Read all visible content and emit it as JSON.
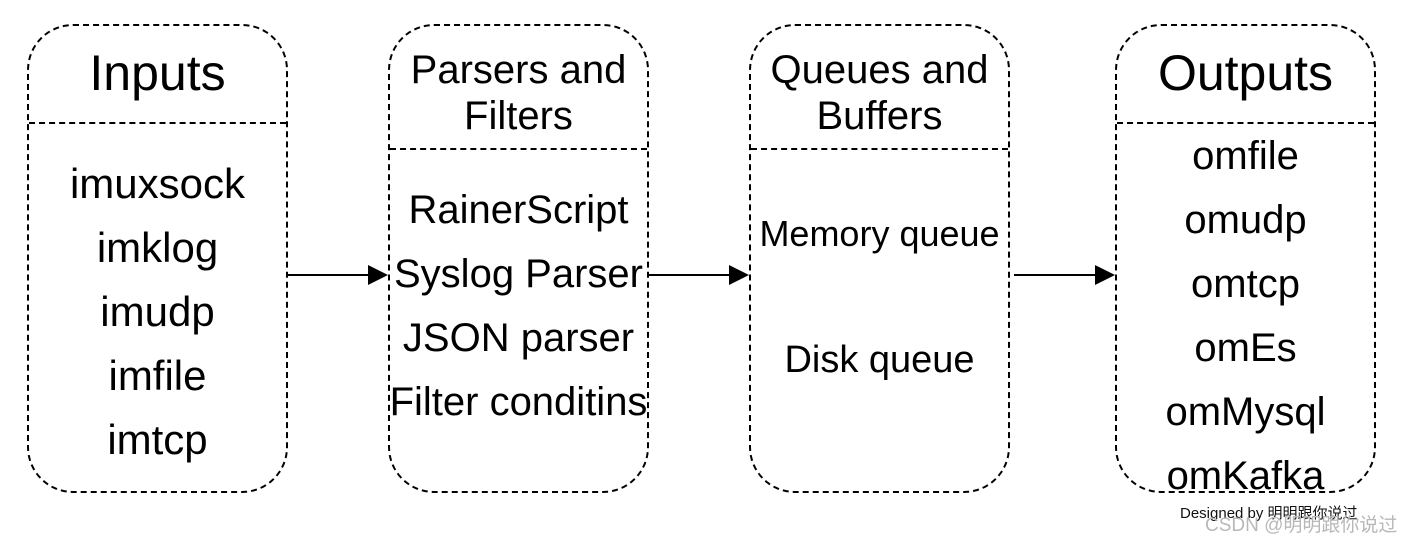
{
  "inputs": {
    "title": "Inputs",
    "items": [
      "imuxsock",
      "imklog",
      "imudp",
      "imfile",
      "imtcp"
    ]
  },
  "parsers": {
    "title_line1": "Parsers and",
    "title_line2": "Filters",
    "items": [
      "RainerScript",
      "Syslog Parser",
      "JSON parser",
      "Filter conditins"
    ]
  },
  "queues": {
    "title_line1": "Queues and",
    "title_line2": "Buffers",
    "items": [
      "Memory queue",
      "Disk queue"
    ]
  },
  "outputs": {
    "title": "Outputs",
    "items": [
      "omfile",
      "omudp",
      "omtcp",
      "omEs",
      "omMysql",
      "omKafka"
    ]
  },
  "watermark": {
    "designed_by": "Designed by 明明跟你说过",
    "csdn": "CSDN @明明跟你说过"
  }
}
